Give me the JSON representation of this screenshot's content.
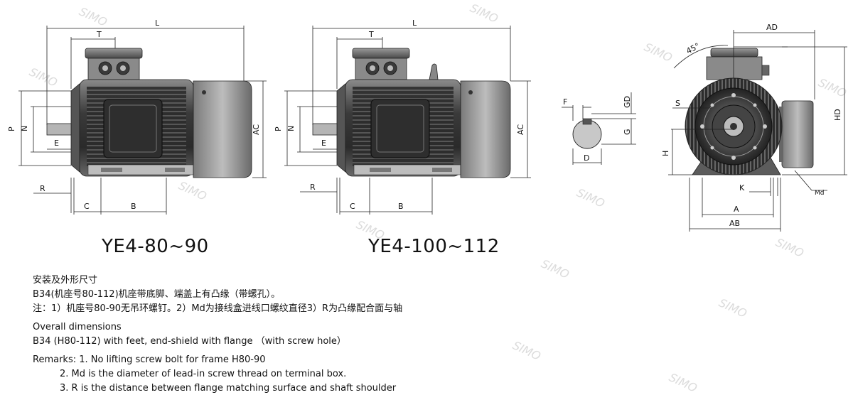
{
  "models": [
    {
      "title": "YE4-80~90"
    },
    {
      "title": "YE4-100~112"
    }
  ],
  "dims": {
    "L": "L",
    "T": "T",
    "P": "P",
    "N": "N",
    "E": "E",
    "AC": "AC",
    "R": "R",
    "C": "C",
    "B": "B",
    "F": "F",
    "GD": "GD",
    "G": "G",
    "D": "D",
    "AD": "AD",
    "angle": "45°",
    "S": "S",
    "HD": "HD",
    "H": "H",
    "K": "K",
    "A": "A",
    "AB": "AB",
    "Md": "Md"
  },
  "notes": {
    "cn_title": "安装及外形尺寸",
    "cn_line1": "B34(机座号80-112)机座带底脚、端盖上有凸缘（带螺孔）。",
    "cn_line2": "注：1）机座号80-90无吊环螺钉。2）Md为接线盒进线口螺纹直径3）R为凸缘配合面与轴",
    "en_title": "Overall dimensions",
    "en_line1": "B34 (H80-112) with feet, end-shield with flange （with screw hole）",
    "en_remark1": "Remarks: 1. No lifting screw bolt for frame H80-90",
    "en_remark2": "2. Md is the diameter of lead-in screw thread on terminal box.",
    "en_remark3": "3. R is the distance between flange matching surface and shaft shoulder"
  },
  "watermark": "SIMO",
  "colors": {
    "motor_dark": "#2e2e2e",
    "motor_mid": "#6b6b6b",
    "motor_light": "#a9a9a9",
    "line": "#222222"
  }
}
